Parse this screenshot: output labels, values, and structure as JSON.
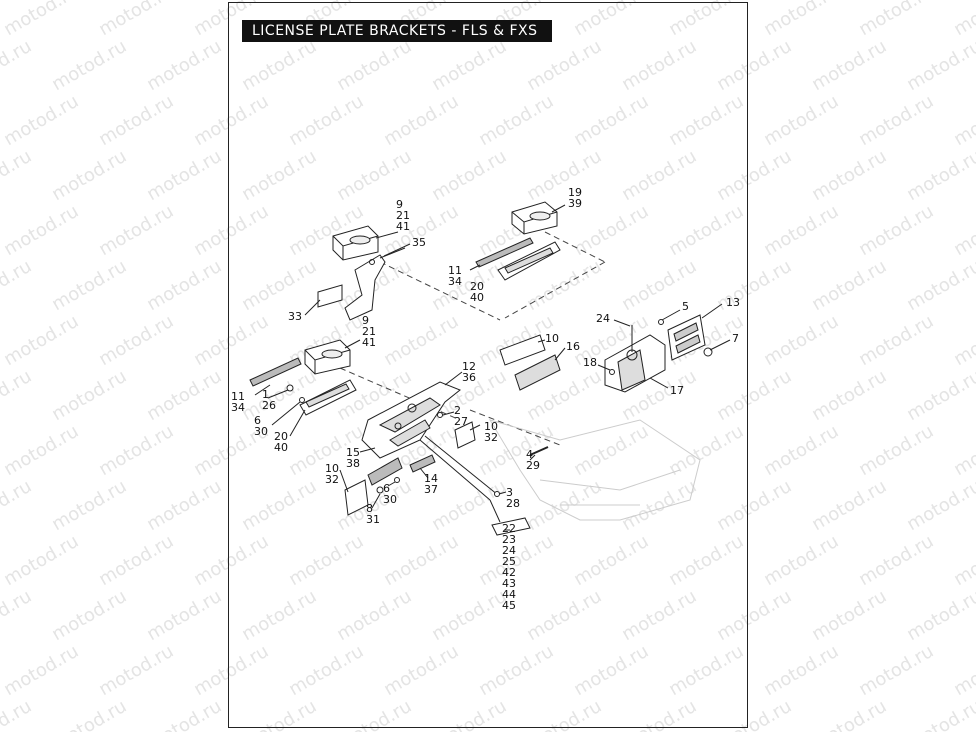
{
  "title": "LICENSE PLATE BRACKETS - FLS & FXS",
  "watermark_text": "motod.ru",
  "callouts": {
    "c_9_21_41_top": [
      "9",
      "21",
      "41"
    ],
    "c_35": [
      "35"
    ],
    "c_19_39": [
      "19",
      "39"
    ],
    "c_11_34_top": [
      "11",
      "34"
    ],
    "c_20_40_top": [
      "20",
      "40"
    ],
    "c_33": [
      "33"
    ],
    "c_9_21_41_mid": [
      "9",
      "21",
      "41"
    ],
    "c_5": [
      "5"
    ],
    "c_13": [
      "13"
    ],
    "c_24": [
      "24"
    ],
    "c_10_right": [
      "10"
    ],
    "c_16": [
      "16"
    ],
    "c_7": [
      "7"
    ],
    "c_18": [
      "18"
    ],
    "c_17": [
      "17"
    ],
    "c_12_36": [
      "12",
      "36"
    ],
    "c_11_34_left": [
      "11",
      "34"
    ],
    "c_1_26": [
      "1",
      "26"
    ],
    "c_6_30_left": [
      "6",
      "30"
    ],
    "c_20_40_left": [
      "20",
      "40"
    ],
    "c_2_27": [
      "2",
      "27"
    ],
    "c_10_32_right": [
      "10",
      "32"
    ],
    "c_15_38": [
      "15",
      "38"
    ],
    "c_4_29": [
      "4",
      "29"
    ],
    "c_14_37": [
      "14",
      "37"
    ],
    "c_10_32_left": [
      "10",
      "32"
    ],
    "c_6_30_bottom": [
      "6",
      "30"
    ],
    "c_3_28": [
      "3",
      "28"
    ],
    "c_8_31": [
      "8",
      "31"
    ],
    "c_22_45": [
      "22",
      "23",
      "24",
      "25",
      "42",
      "43",
      "44",
      "45"
    ]
  }
}
